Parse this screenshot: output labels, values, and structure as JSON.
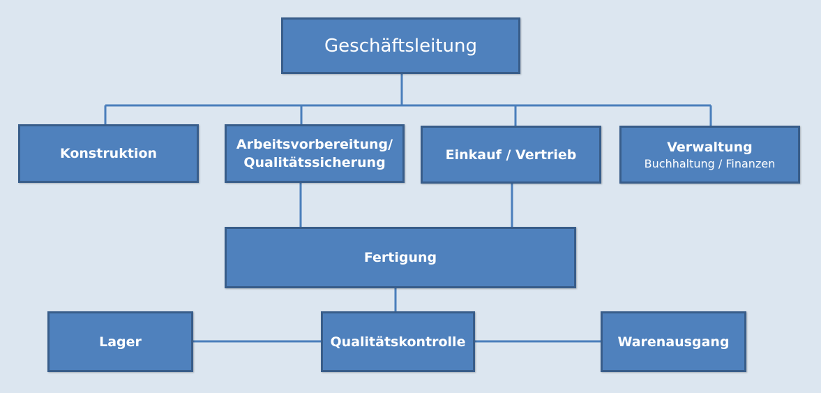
{
  "colors": {
    "background": "#dce6f0",
    "box_fill": "#4f81bd",
    "box_border": "#385d8a",
    "connector": "#4a7ebb"
  },
  "nodes": {
    "top": {
      "label": "Geschäftsleitung"
    },
    "konstruktion": {
      "label": "Konstruktion"
    },
    "av_qs": {
      "line1": "Arbeitsvorbereitung/",
      "line2": "Qualitätssicherung"
    },
    "einkauf": {
      "label": "Einkauf / Vertrieb"
    },
    "verwaltung": {
      "label": "Verwaltung",
      "sub": "Buchhaltung / Finanzen"
    },
    "fertigung": {
      "label": "Fertigung"
    },
    "lager": {
      "label": "Lager"
    },
    "qk": {
      "label": "Qualitätskontrolle"
    },
    "warenausgang": {
      "label": "Warenausgang"
    }
  }
}
